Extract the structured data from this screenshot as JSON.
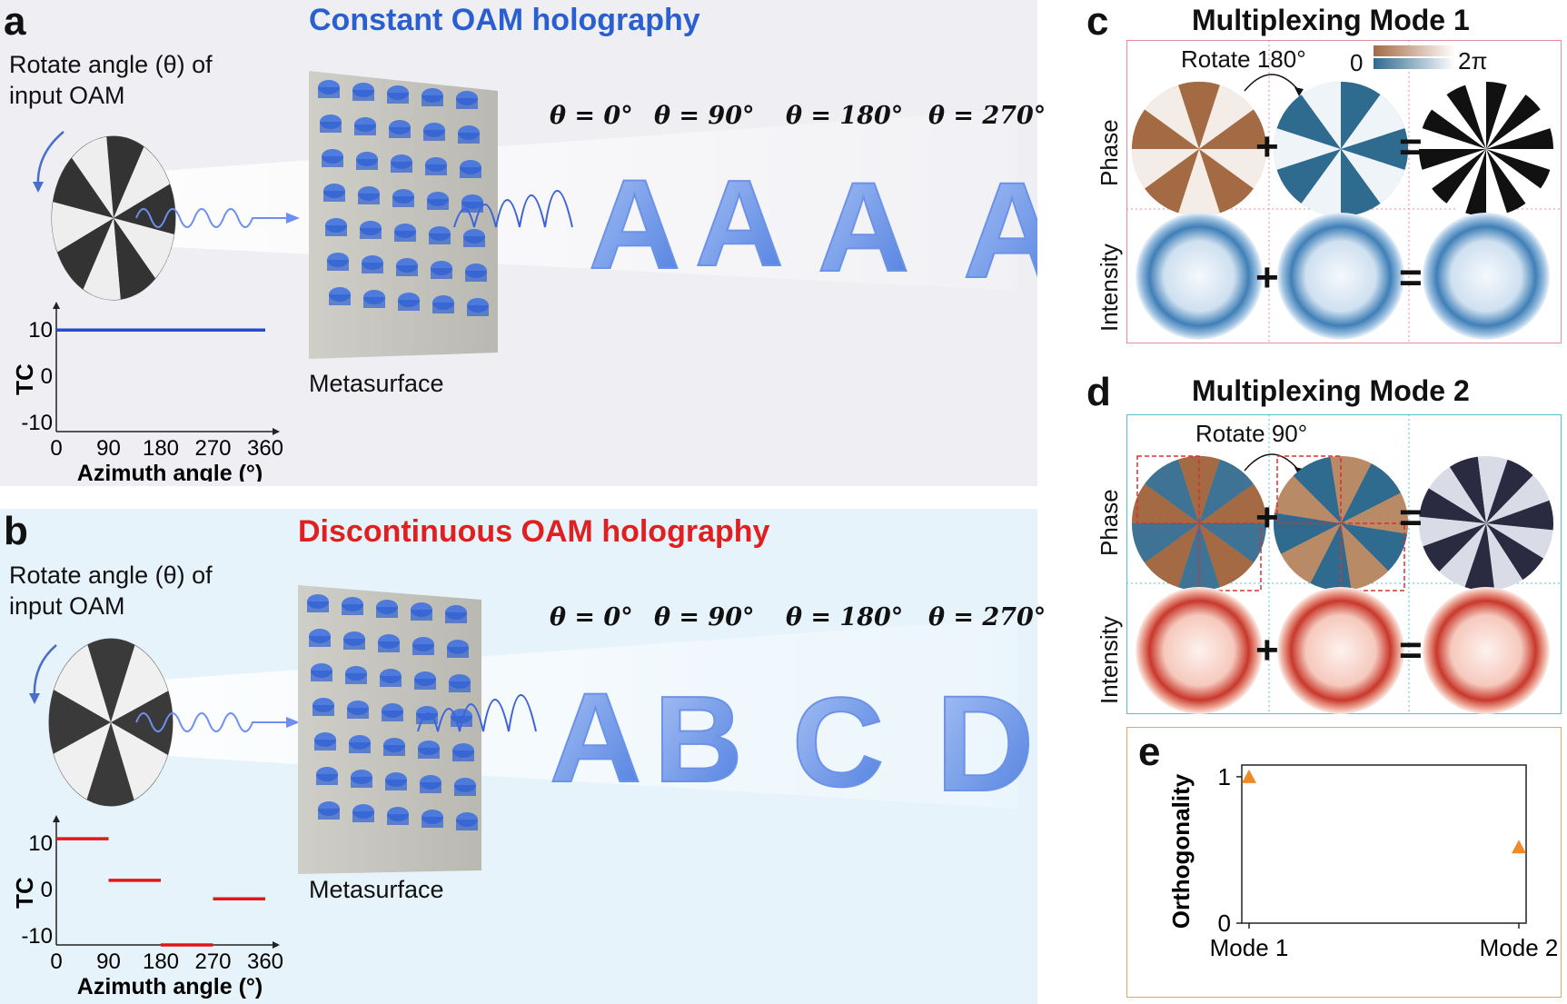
{
  "panel_a": {
    "letter": "a",
    "title": "Constant OAM holography",
    "rotate_text_line1": "Rotate angle (θ) of",
    "rotate_text_line2": "input OAM",
    "metasurface_label": "Metasurface",
    "angles": [
      "θ = 0°",
      "θ = 90°",
      "θ = 180°",
      "θ = 270°"
    ],
    "holo_letters": [
      "A",
      "A",
      "A",
      "A"
    ],
    "title_color": "#2a5fd0"
  },
  "panel_b": {
    "letter": "b",
    "title": "Discontinuous OAM holography",
    "rotate_text_line1": "Rotate angle (θ) of",
    "rotate_text_line2": "input OAM",
    "metasurface_label": "Metasurface",
    "angles": [
      "θ = 0°",
      "θ = 90°",
      "θ = 180°",
      "θ = 270°"
    ],
    "holo_letters": [
      "A",
      "B",
      "C",
      "D"
    ],
    "title_color": "#e02020"
  },
  "panel_c": {
    "letter": "c",
    "title": "Multiplexing Mode 1",
    "rotate_label": "Rotate 180°",
    "colorbar_min": "0",
    "colorbar_max": "2π",
    "row_labels": [
      "Phase",
      "Intensity"
    ],
    "plus": "+",
    "equals": "="
  },
  "panel_d": {
    "letter": "d",
    "title": "Multiplexing Mode 2",
    "rotate_label": "Rotate 90°",
    "row_labels": [
      "Phase",
      "Intensity"
    ],
    "plus": "+",
    "equals": "="
  },
  "chart_data": [
    {
      "type": "line",
      "panel": "a",
      "xlabel": "Azimuth angle (°)",
      "ylabel": "TC",
      "xticks": [
        "0",
        "90",
        "180",
        "270",
        "360"
      ],
      "yticks": [
        "10",
        "0",
        "-10"
      ],
      "xlim": [
        0,
        360
      ],
      "ylim": [
        -12,
        13
      ],
      "series": [
        {
          "segments": [
            {
              "x": [
                0,
                360
              ],
              "y": [
                10,
                10
              ]
            }
          ],
          "color": "#1f4fc4"
        }
      ]
    },
    {
      "type": "line",
      "panel": "b",
      "xlabel": "Azimuth angle (°)",
      "ylabel": "TC",
      "xticks": [
        "0",
        "90",
        "180",
        "270",
        "360"
      ],
      "yticks": [
        "10",
        "0",
        "-10"
      ],
      "xlim": [
        0,
        360
      ],
      "ylim": [
        -12,
        13
      ],
      "series": [
        {
          "segments": [
            {
              "x": [
                0,
                90
              ],
              "y": [
                11,
                11
              ]
            },
            {
              "x": [
                90,
                180
              ],
              "y": [
                2,
                2
              ]
            },
            {
              "x": [
                180,
                270
              ],
              "y": [
                -12,
                -12
              ]
            },
            {
              "x": [
                270,
                360
              ],
              "y": [
                -2,
                -2
              ]
            }
          ],
          "color": "#e01818"
        }
      ]
    },
    {
      "type": "scatter",
      "panel": "e",
      "ylabel": "Orthogonality",
      "categories": [
        "Mode 1",
        "Mode 2"
      ],
      "yticks": [
        "1",
        "0"
      ],
      "ylim": [
        0,
        1.08
      ],
      "values": [
        1.0,
        0.52
      ],
      "marker": "triangle",
      "color": "#f08a24"
    }
  ],
  "panel_e": {
    "letter": "e"
  }
}
